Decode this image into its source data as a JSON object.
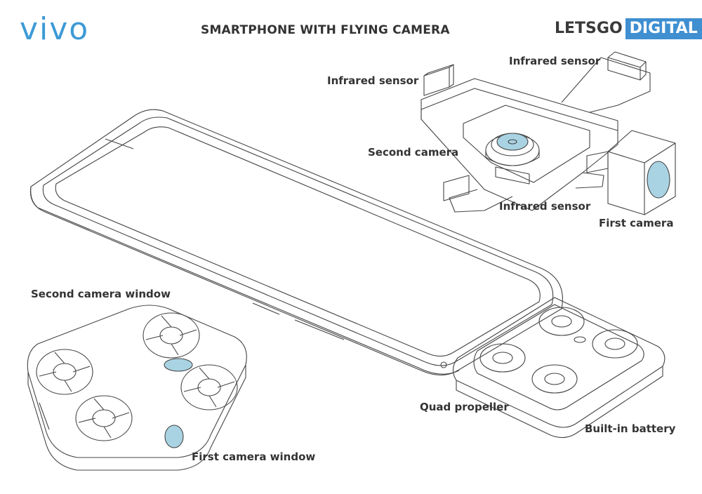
{
  "brand": {
    "text": "vivo",
    "color": "#3d9ad6"
  },
  "title": "SMARTPHONE WITH FLYING CAMERA",
  "publisher_logo": {
    "part1": "LETSGO",
    "part2": "DIGITAL",
    "accent": "#3f8fd1"
  },
  "labels": {
    "infrared_sensor_top": "Infrared sensor",
    "infrared_sensor_left": "Infrared sensor",
    "second_camera": "Second camera",
    "infrared_sensor_bottom": "Infrared sensor",
    "first_camera": "First camera",
    "second_camera_window": "Second camera window",
    "quad_propeller": "Quad propeller",
    "built_in_battery": "Built-in battery",
    "first_camera_window": "First camera window"
  },
  "colors": {
    "lens_fill": "#a9d3e3",
    "line": "#444444"
  }
}
